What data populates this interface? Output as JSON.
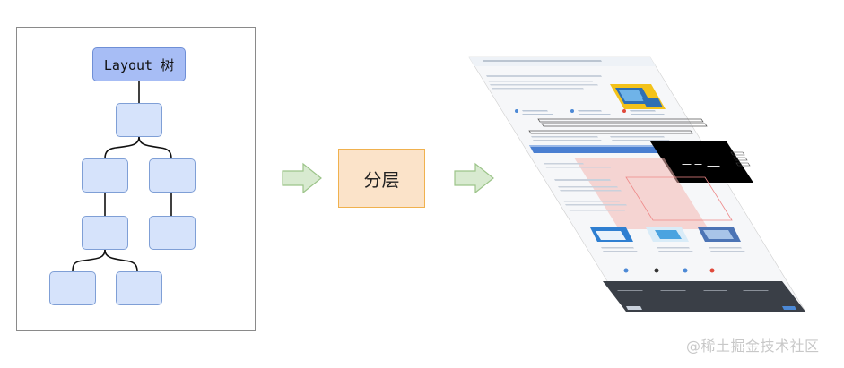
{
  "tree": {
    "root_label": "Layout 树"
  },
  "process": {
    "label": "分层"
  },
  "colors": {
    "node_fill": "#d6e3fb",
    "root_fill": "#a7bdf5",
    "process_fill": "#fbe3c9",
    "arrow_fill": "#d8ead0"
  },
  "watermark": "@稀土掘金技术社区"
}
